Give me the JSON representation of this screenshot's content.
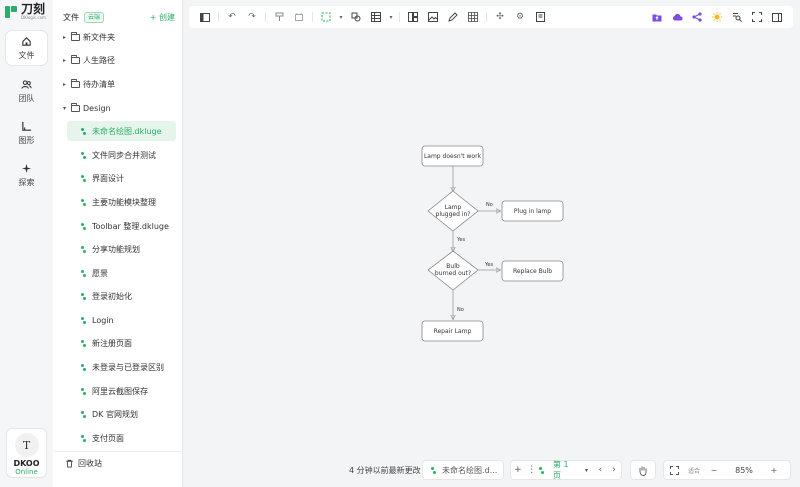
{
  "app": {
    "logo_text": "刀刻",
    "logo_sub": "DKlogic.com"
  },
  "rail": {
    "items": [
      {
        "label": "文件"
      },
      {
        "label": "团队"
      },
      {
        "label": "图形"
      },
      {
        "label": "探索"
      }
    ],
    "user": {
      "avatar": "T",
      "name": "DKOO",
      "status": "Online"
    }
  },
  "panel": {
    "title": "文件",
    "badge": "云端",
    "create": "+ 创建",
    "folders": [
      "新文件夹",
      "人生路径",
      "待办清单",
      "Design"
    ],
    "files": [
      "未命名绘图.dkluge",
      "文件同步合并测试",
      "界面设计",
      "主要功能模块整理",
      "Toolbar 整理.dkluge",
      "分享功能规划",
      "愿景",
      "登录初始化",
      "Login",
      "新注册页面",
      "未登录与已登录区别",
      "阿里云截图保存",
      "DK 官网规划",
      "支付页面"
    ],
    "trash": "回收站"
  },
  "toolbar": {
    "icons": [
      "sidebar-toggle-icon",
      "undo-icon",
      "redo-icon",
      "format-painter-icon",
      "clear-format-icon",
      "select-icon",
      "group-icon",
      "table-icon",
      "layout-icon",
      "image-icon",
      "pen-icon",
      "grid-icon",
      "magic-icon",
      "settings-icon",
      "book-icon",
      "folder-upload-icon",
      "cloud-upload-icon",
      "share-icon",
      "theme-icon",
      "search-icon",
      "fullscreen-icon",
      "panel-icon"
    ],
    "colors": {
      "accent": "#2aae67",
      "purple": "#7c4ddf",
      "yellow": "#f3b522"
    }
  },
  "flowchart": {
    "nodes": {
      "start": "Lamp doesn't work",
      "q1": "Lamp\nplugged in?",
      "a1": "Plug in lamp",
      "q2": "Bulb\nburned out?",
      "a2": "Replace Bulb",
      "end": "Repair Lamp"
    },
    "edges": {
      "q1_no": "No",
      "q1_yes": "Yes",
      "q2_yes": "Yes",
      "q2_no": "No"
    }
  },
  "bottom": {
    "saved": "4 分钟以前最新更改",
    "doc_tab": "未命名绘图.d...",
    "page": "第 1 页",
    "fit": "适合",
    "zoom": "85%"
  }
}
